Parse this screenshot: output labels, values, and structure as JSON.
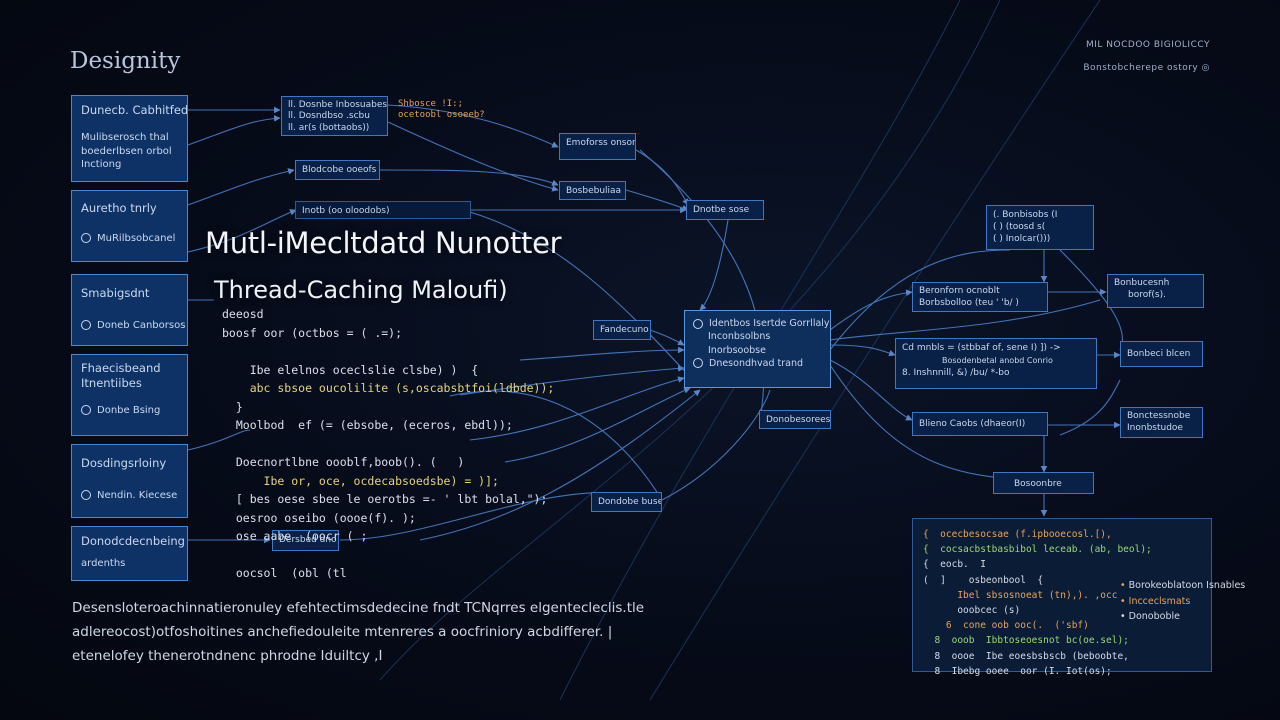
{
  "brand": "Designity",
  "header_right": {
    "line1": "MIL NOCDOO BIGIOLICCY",
    "line2": "Bonstobcherepe ostory"
  },
  "hero": {
    "title": "Mutl-iMecltdatd Nunotter",
    "subtitle": "Thread-Caching Maloufi)"
  },
  "left_cards": [
    {
      "lines": [
        "Dunecb. Cabhitfed",
        "Mulibserosch thal boederlbsen orbol Inctiong"
      ]
    },
    {
      "lines": [
        "Auretho tnrly",
        "MuRilbsobcanel"
      ]
    },
    {
      "lines": [
        "Smabigsdnt",
        "Doneb Canborsos"
      ]
    },
    {
      "lines": [
        "Fhaecisbeand Itnentiibes",
        "Donbe Bsing"
      ]
    },
    {
      "lines": [
        "Dosdingsrloiny",
        "Nendin. Kiecese"
      ]
    },
    {
      "lines": [
        "Donodcdecnbeing",
        "ardenths"
      ]
    }
  ],
  "top_nodes": [
    {
      "lines": [
        "ll. Dosnbe Inbosuabes",
        "ll. Dosndbso .scbu",
        "ll. ar(s (bottaobs))"
      ]
    },
    {
      "lines": [
        "Blodcobe ooeofs"
      ]
    },
    {
      "lines": [
        "Inotb (oo oloodobs)"
      ]
    },
    {
      "lines": [
        "Emoforss onsorbe"
      ]
    },
    {
      "lines": [
        "Bosbebuliaa"
      ]
    },
    {
      "lines": [
        "Dnotbe sose"
      ]
    }
  ],
  "mid_nodes": [
    {
      "lines": [
        "Fandecuno"
      ]
    },
    {
      "lines": [
        "Donobesoreese"
      ]
    },
    {
      "lines": [
        "Dondobe buse"
      ]
    },
    {
      "lines": [
        "Dersbed dno"
      ]
    }
  ],
  "center_node": {
    "lines": [
      "Identbos Isertde Gorrllaly",
      "Inconbsolbns",
      "Inorbsoobse",
      "Dnesondhvad trand"
    ]
  },
  "right_nodes": [
    {
      "lines": [
        "(. Bonbisobs (I",
        "(  ) (toosd s(",
        "(  )  Inolcar()))"
      ]
    },
    {
      "lines": [
        "Beronforn ocnoblt",
        "Borbsbolloo (teu ' 'b/ )"
      ]
    },
    {
      "lines": [
        "Cd  mnbls = (stbbaf of, sene I) ]) ->",
        "Bosodenbetal anobd Conrio",
        "8.  Inshnnill, &) /bu/ *-bo"
      ]
    },
    {
      "lines": [
        "Blieno Caobs (dhaeor(I)"
      ]
    },
    {
      "lines": [
        "Bosoonbre"
      ]
    },
    {
      "lines": [
        "Bonbucesnh",
        "borof(s)."
      ]
    },
    {
      "lines": [
        "Bonbeci blcen"
      ]
    },
    {
      "lines": [
        "Bonctessnobe",
        "Inonbstudoe"
      ]
    }
  ],
  "code_lines": [
    "deeosd",
    "boosf oor (octbos = ( .=);",
    "",
    "    Ibe elelnos oceclslie clsbe) )  {",
    "    abc sbsoe oucolilite (s,oscabsbtfoi(ldbde));",
    "  }",
    "  Moolbod  ef (= (ebsobe, (eceros, ebdl));",
    "",
    "  Doecnortlbne oooblf,boob(). (   )",
    "      Ibe or, oce, ocdecabsoedsbe) = )];",
    "  [ bes oese sbee le oerotbs =- ' lbt bolal,\");",
    "  oesroo oseibo (oooe(f). );",
    "  ose aabe  (oocr ( ;",
    "",
    "  oocsol  (obl (tl"
  ],
  "side_code": [
    "Shbosce  !I:;",
    "ocetoobl   osoeeb?"
  ],
  "caption_lines": [
    "Desensloteroachinnatieronuley efehtectimsdedecine fndt TCNqrres elgentecleclis.tle",
    "adlereocost)otfoshoitines anchefiedouleite mtenreres a oocfriniory acbdifferer. |",
    "etenelofey thenerotndnenc phrodne Iduiltcy ,I"
  ],
  "bottom_code": [
    "{  ocecbesocsae (f.ipbooecosl.[),",
    "{  cocsacbstbasbibol leceab. (ab, beol);",
    "{  eocb.  I",
    "(  ]    osbeonbool  {",
    "      Ibel sbsosnoeat (tn),). ,occ",
    "      ooobcec (s)",
    "    6  cone oob ooc(.  ('sbf)",
    "  8  ooob  Ibbtoseoesnot bc(oe.sel);",
    "  8  oooe  Ibe eoesbsbscb (beboobte,",
    "  8  Ibebg ooee  oor (I. Iot(os);"
  ],
  "legend_items": [
    "Borokeoblatoon Isnables",
    "Incceclsmats",
    "Donoboble"
  ],
  "colors": {
    "background": "#060b19",
    "node_fill": "#0c2a55",
    "node_border": "#3d78c4",
    "wire": "#4f86d2",
    "accent_orange": "#e0a35c",
    "accent_green": "#8fd36b"
  }
}
